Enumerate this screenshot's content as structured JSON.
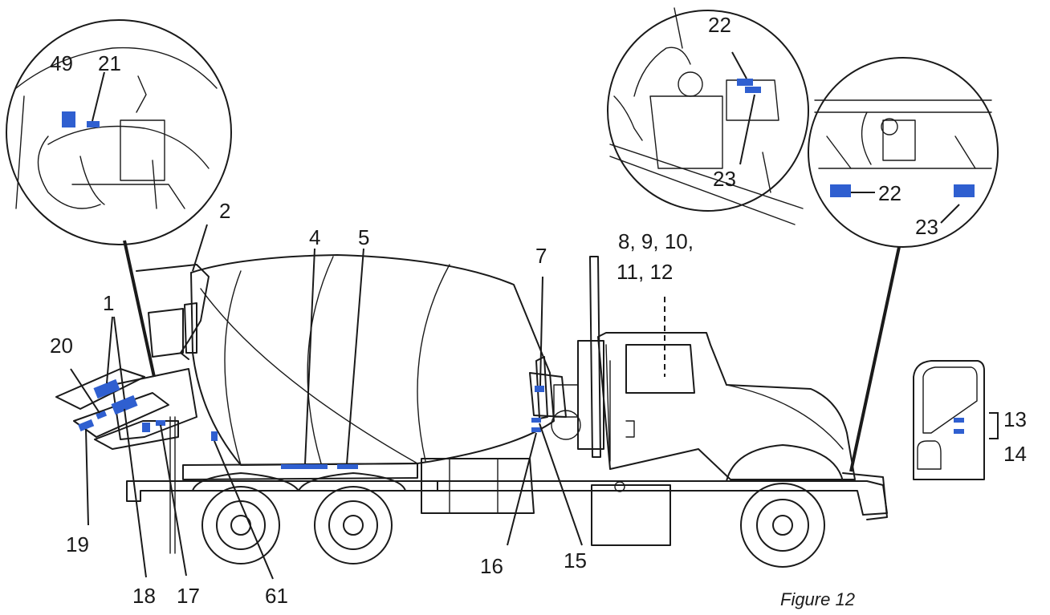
{
  "figure": {
    "caption": "Figure 12",
    "colors": {
      "decal": "#2f5fd0",
      "line": "#1a1a1a",
      "background": "#ffffff"
    }
  },
  "callouts": {
    "c1": "1",
    "c2": "2",
    "c4": "4",
    "c5": "5",
    "c7": "7",
    "c8_12_line1": "8, 9, 10,",
    "c8_12_line2": "11, 12",
    "c13": "13",
    "c14": "14",
    "c15": "15",
    "c16": "16",
    "c17": "17",
    "c18": "18",
    "c19": "19",
    "c20": "20",
    "c61": "61"
  },
  "insets": {
    "chute_detail": {
      "c49": "49",
      "c21": "21"
    },
    "engine_detail": {
      "c22": "22",
      "c23": "23"
    },
    "bumper_detail": {
      "c22": "22",
      "c23": "23"
    }
  }
}
